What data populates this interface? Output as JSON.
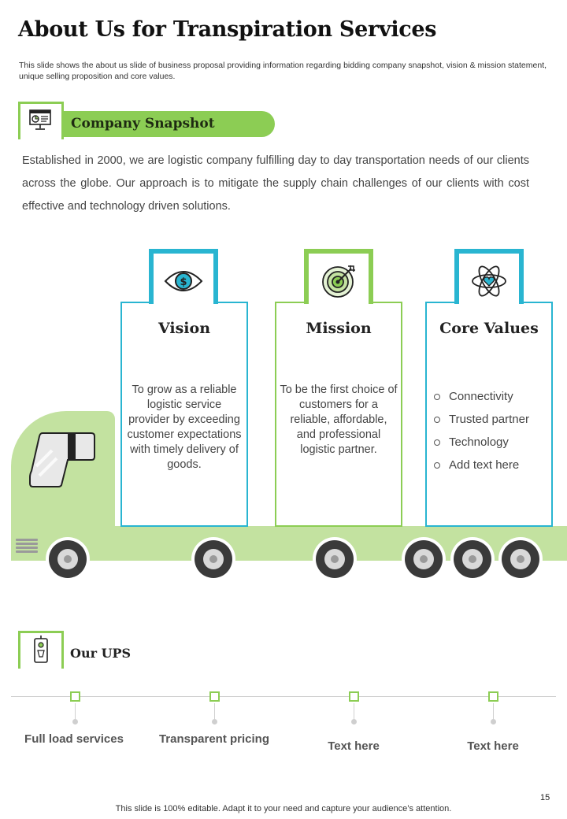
{
  "header": {
    "title": "About Us for Transpiration Services",
    "subtitle": "This slide shows the about us slide of business proposal providing information regarding bidding company snapshot, vision & mission statement, unique selling proposition and core values."
  },
  "snapshot": {
    "title": "Company Snapshot",
    "icon": "presentation-screen-icon",
    "text": "Established in 2000, we are logistic company fulfilling day to day transportation needs of our clients across the globe. Our approach is to mitigate the supply chain challenges of our clients with cost effective and technology driven solutions."
  },
  "panels": {
    "vision": {
      "title": "Vision",
      "icon": "eye-dollar-icon",
      "text": "To grow as a reliable logistic service provider by exceeding customer expectations with timely delivery of goods."
    },
    "mission": {
      "title": "Mission",
      "icon": "target-icon",
      "text": "To be the first choice of customers for a reliable, affordable, and professional logistic partner."
    },
    "core_values": {
      "title": "Core Values",
      "icon": "atom-heart-icon",
      "items": [
        "Connectivity",
        "Trusted partner",
        "Technology",
        "Add text here"
      ]
    }
  },
  "ups": {
    "title": "Our UPS",
    "icon": "badge-icon",
    "items": [
      "Full load services",
      "Transparent pricing",
      "Text here",
      "Text here"
    ]
  },
  "colors": {
    "green": "#8ccd54",
    "light_green": "#c3e2a0",
    "blue": "#29b5d1"
  },
  "footer": {
    "page_number": "15",
    "note": "This slide is 100% editable. Adapt it to your need and capture your audience’s attention."
  }
}
